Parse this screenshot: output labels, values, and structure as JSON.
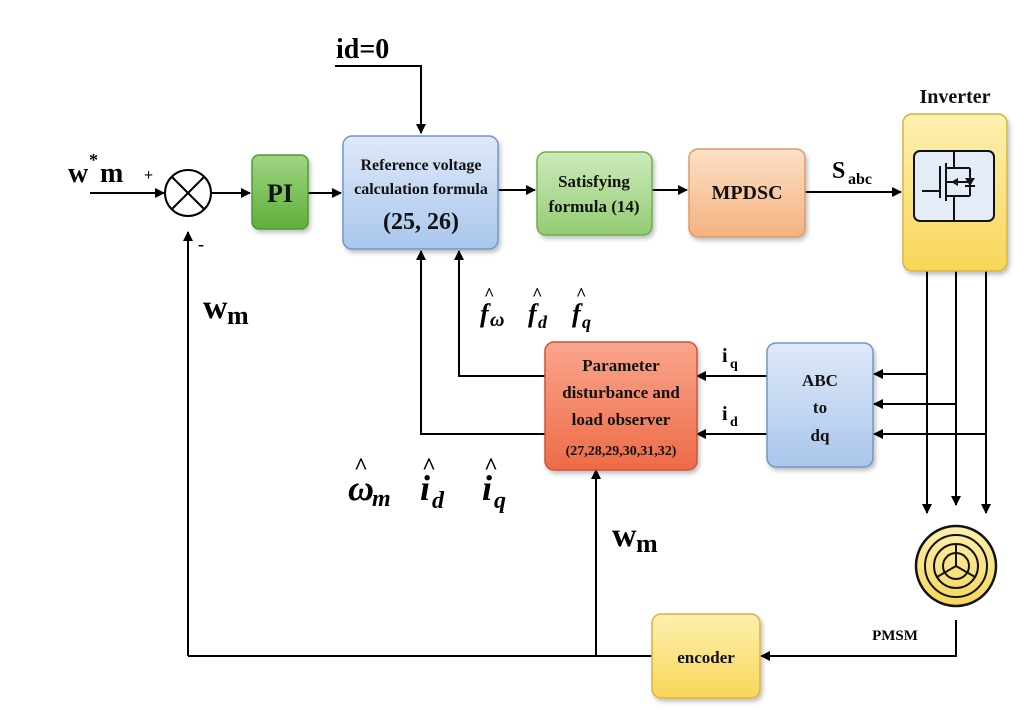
{
  "inputs": {
    "id_ref": "id=0",
    "speed_ref": "w",
    "speed_ref_sup": "*",
    "speed_ref_sub": "m",
    "plus_sign": "+",
    "minus_sign": "-"
  },
  "blocks": {
    "pi": "PI",
    "ref_voltage_line1": "Reference voltage",
    "ref_voltage_line2": "calculation formula",
    "ref_voltage_line3": "(25, 26)",
    "satisfying_line1": "Satisfying",
    "satisfying_line2": "formula (14)",
    "mpdsc": "MPDSC",
    "inverter_title": "Inverter",
    "observer_line1": "Parameter",
    "observer_line2": "disturbance and",
    "observer_line3": "load observer",
    "observer_line4": "(27,28,29,30,31,32)",
    "abc_line1": "ABC",
    "abc_line2": "to",
    "abc_line3": "dq",
    "encoder": "encoder",
    "pmsm": "PMSM"
  },
  "signals": {
    "s_abc": "S",
    "s_abc_sub": "abc",
    "iq": "i",
    "iq_sub": "q",
    "id": "i",
    "id_sub": "d",
    "wm_feedback": "w",
    "wm_feedback_sub": "m",
    "wm_observer": "w",
    "wm_observer_sub": "m",
    "f_omega": "f",
    "f_omega_sub": "ω",
    "f_d": "f",
    "f_d_sub": "d",
    "f_q": "f",
    "f_q_sub": "q",
    "omega_hat": "ω",
    "omega_hat_sub": "m",
    "id_hat": "i",
    "id_hat_sub": "d",
    "iq_hat": "i",
    "iq_hat_sub": "q",
    "hat": "^"
  },
  "colors": {
    "blue_block": "#c7daf3",
    "green_block": "#a9d88f",
    "pi_block": "#7dc257",
    "orange_block": "#f8c6a0",
    "observer_block": "#f4876a",
    "yellow_block": "#fbe27a",
    "line": "#000000"
  }
}
